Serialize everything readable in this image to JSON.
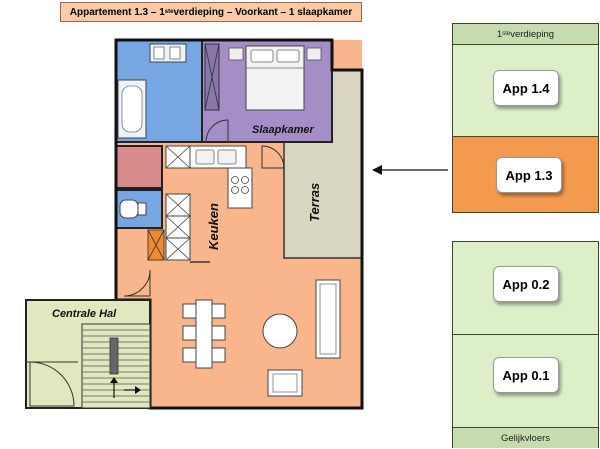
{
  "title": {
    "main": "Appartement 1.3 – 1",
    "sup": "ste",
    "rest": " verdieping – Voorkant – 1 slaapkamer"
  },
  "rooms": {
    "bedroom": "Slaapkamer",
    "kitchen": "Keuken",
    "terrace": "Terras",
    "hall": "Centrale Hal"
  },
  "floors": {
    "upper": {
      "caption_main": "1",
      "caption_sup": "ste",
      "caption_rest": " verdieping",
      "apartments": [
        {
          "label": "App 1.4",
          "highlight": false
        },
        {
          "label": "App 1.3",
          "highlight": true
        }
      ]
    },
    "ground": {
      "caption": "Gelijkvloers",
      "apartments": [
        {
          "label": "App 0.2"
        },
        {
          "label": "App 0.1"
        }
      ]
    }
  },
  "colors": {
    "living": "#f9b68c",
    "bathroom": "#77a7e3",
    "bedroom": "#a58dc8",
    "terrace": "#d8d5c0",
    "hall": "#dfe8be",
    "wc_red": "#d98a8a",
    "highlight": "#f39a4f",
    "panel": "#dcefc8"
  }
}
